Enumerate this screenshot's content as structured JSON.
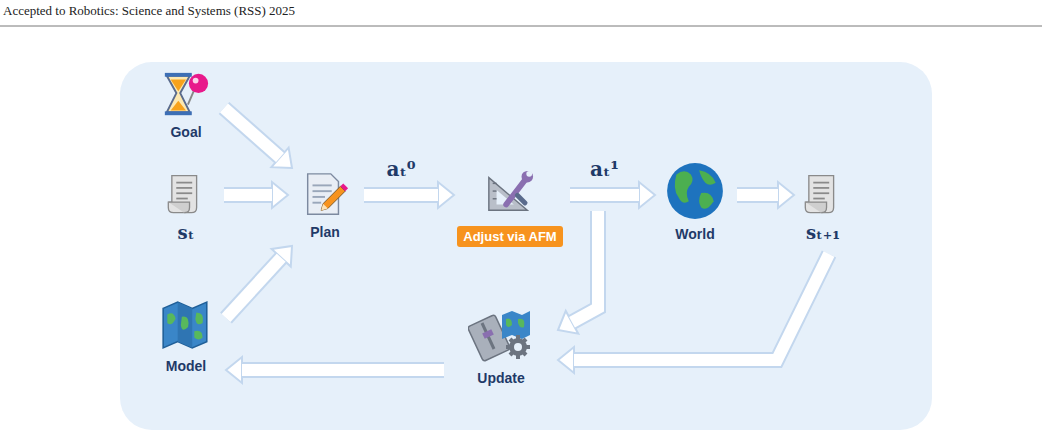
{
  "diagram": {
    "nodes": [
      {
        "text": [
          "Goal"
        ]
      },
      {
        "text": [
          "sₜ"
        ]
      },
      {
        "text": [
          "Plan"
        ]
      },
      {
        "text": [
          "Adjust via AFM"
        ]
      },
      {
        "text": [
          "World"
        ]
      },
      {
        "text": [
          "sₜ₊₁"
        ]
      },
      {
        "text": [
          "Model"
        ]
      },
      {
        "text": [
          "Update"
        ]
      }
    ],
    "edges": [
      {
        "from": 0,
        "to": 2,
        "arrow": "to"
      },
      {
        "from": 1,
        "to": 2,
        "arrow": "to"
      },
      {
        "from": 6,
        "to": 2,
        "arrow": "to"
      },
      {
        "from": 2,
        "to": 3,
        "arrow": "to",
        "label": "aₜ⁰"
      },
      {
        "from": 3,
        "to": 4,
        "arrow": "to",
        "label": "aₜ¹"
      },
      {
        "from": 4,
        "to": 5,
        "arrow": "to"
      },
      {
        "from": 3,
        "to": 7,
        "arrow": "to"
      },
      {
        "from": 5,
        "to": 7,
        "arrow": "to"
      },
      {
        "from": 7,
        "to": 6,
        "arrow": "to"
      }
    ],
    "labels": [
      "Accepted to Robotics: Science and Systems (RSS) 2025"
    ]
  }
}
